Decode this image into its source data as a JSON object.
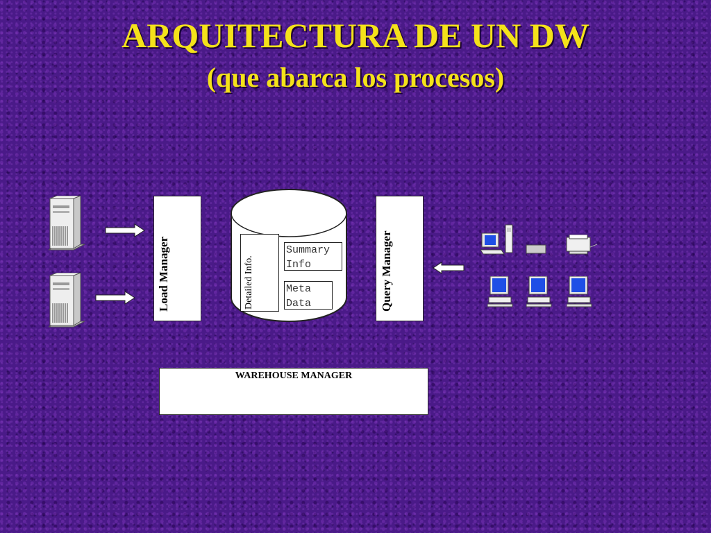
{
  "title": "ARQUITECTURA DE UN DW",
  "subtitle": "(que abarca los procesos)",
  "load_manager": "Load  Manager",
  "query_manager": "Query Manager",
  "detailed_info": "Detailed  Info.",
  "summary_info": "Summary\nInfo",
  "meta_data": "Meta\nData",
  "warehouse_manager": "WAREHOUSE  MANAGER",
  "colors": {
    "background": "#4a1a88",
    "title": "#f4e21a",
    "screen": "#1f4fe6"
  },
  "icons": [
    "server-tower-icon",
    "server-tower-icon",
    "arrow-right-icon",
    "arrow-right-icon",
    "arrow-left-icon",
    "desktop-computer-icon",
    "printer-icon",
    "scanner-icon"
  ]
}
